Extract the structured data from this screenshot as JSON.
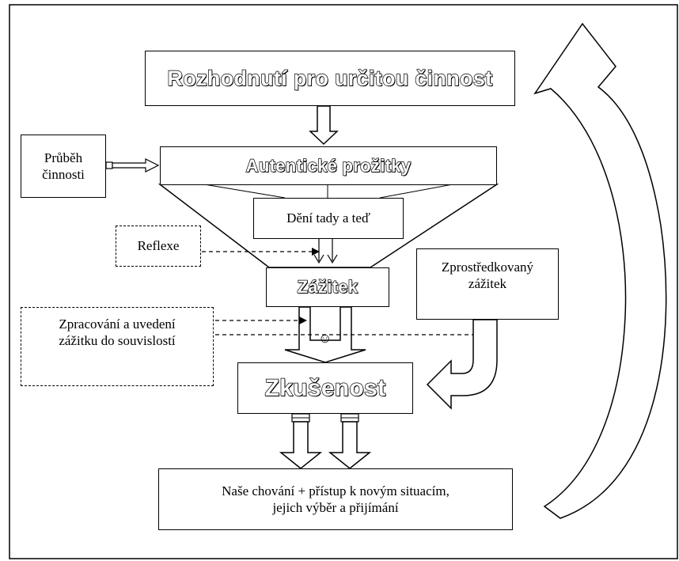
{
  "nodes": {
    "decision": "Rozhodnutí pro určitou činnost",
    "activity_course_line1": "Průběh",
    "activity_course_line2": "činnosti",
    "authentic": "Autentické prožitky",
    "here_now": "Dění tady a teď",
    "reflection": "Reflexe",
    "experience": "Zážitek",
    "mediated_line1": "Zprostředkovaný",
    "mediated_line2": "zážitek",
    "processing_line1": "Zpracování a uvedení",
    "processing_line2": "zážitku do souvislostí",
    "smiley": "☺",
    "knowledge": "Zkušenost",
    "behavior_line1": "Naše chování + přístup k novým situacím,",
    "behavior_line2": "jejich výběr a přijímání"
  }
}
